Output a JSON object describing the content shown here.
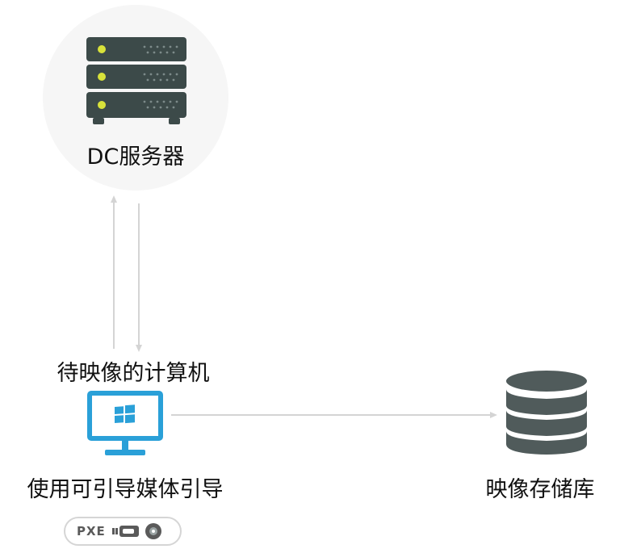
{
  "nodes": {
    "server": {
      "label": "DC服务器",
      "icon": "server-rack-icon"
    },
    "target": {
      "label": "待映像的计算机",
      "icon": "windows-monitor-icon"
    },
    "boot": {
      "label": "使用可引导媒体引导"
    },
    "storage": {
      "label": "映像存储库",
      "icon": "database-icon"
    }
  },
  "boot_media": {
    "text": "PXE",
    "icons": [
      "usb-drive-icon",
      "optical-disc-icon"
    ]
  },
  "colors": {
    "server_body": "#3c4a49",
    "server_led": "#d8e23a",
    "monitor": "#2aa0d8",
    "database": "#505b5b",
    "arrow": "#d4d4d4",
    "circle_bg": "#f6f6f6"
  }
}
